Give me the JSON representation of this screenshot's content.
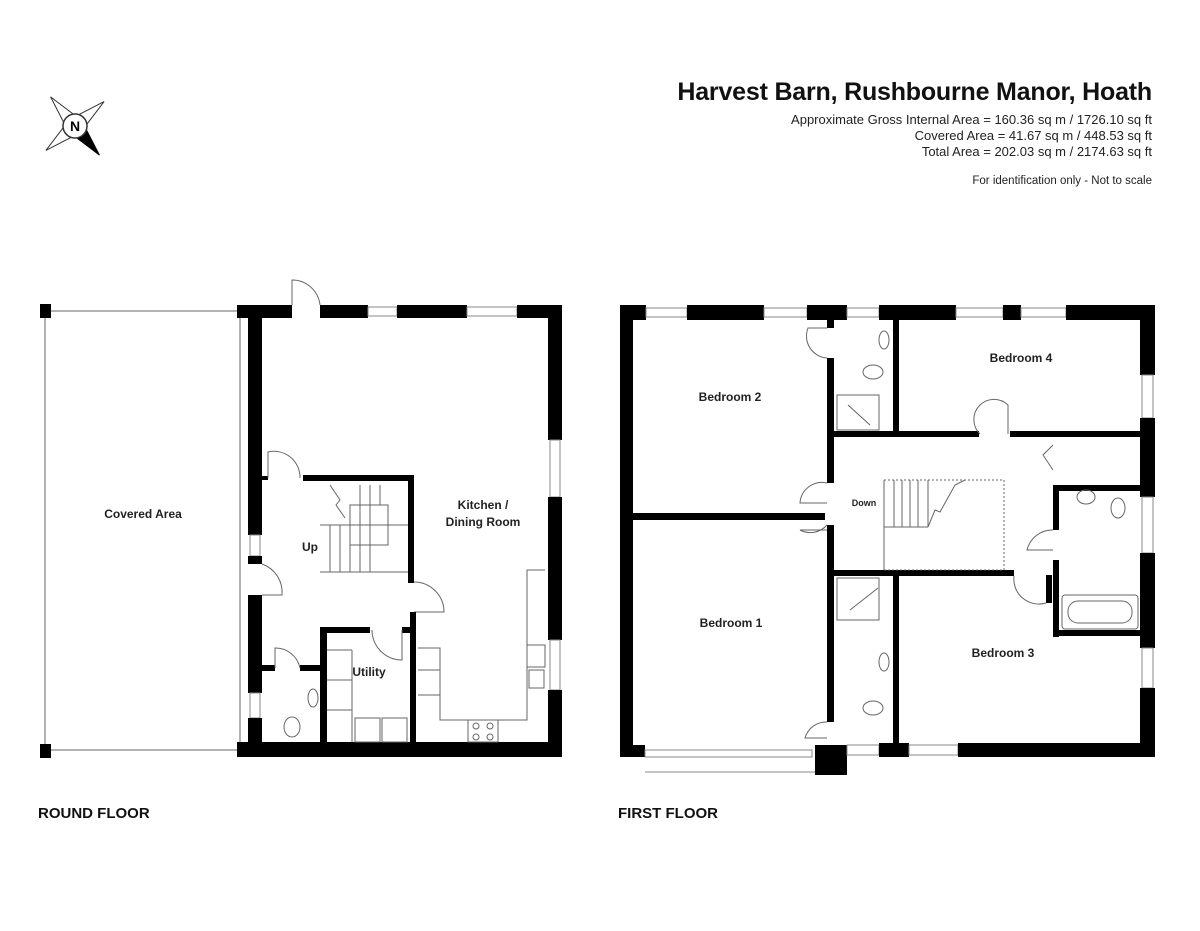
{
  "header": {
    "title": "Harvest Barn, Rushbourne Manor, Hoath",
    "gross_internal_area": "Approximate Gross Internal Area = 160.36 sq m / 1726.10 sq ft",
    "covered_area": "Covered Area = 41.67 sq m / 448.53 sq ft",
    "total_area": "Total Area = 202.03 sq m / 2174.63 sq ft",
    "disclaimer": "For identification only - Not to scale"
  },
  "compass": {
    "letter": "N",
    "icon": "compass-north-icon"
  },
  "ground_floor": {
    "label": "ROUND FLOOR",
    "rooms": {
      "covered_area": "Covered Area",
      "kitchen_line1": "Kitchen /",
      "kitchen_line2": "Dining Room",
      "stairs": "Up",
      "utility": "Utility"
    }
  },
  "first_floor": {
    "label": "FIRST FLOOR",
    "rooms": {
      "bedroom1": "Bedroom 1",
      "bedroom2": "Bedroom 2",
      "bedroom3": "Bedroom 3",
      "bedroom4": "Bedroom 4",
      "stairs": "Down"
    }
  }
}
